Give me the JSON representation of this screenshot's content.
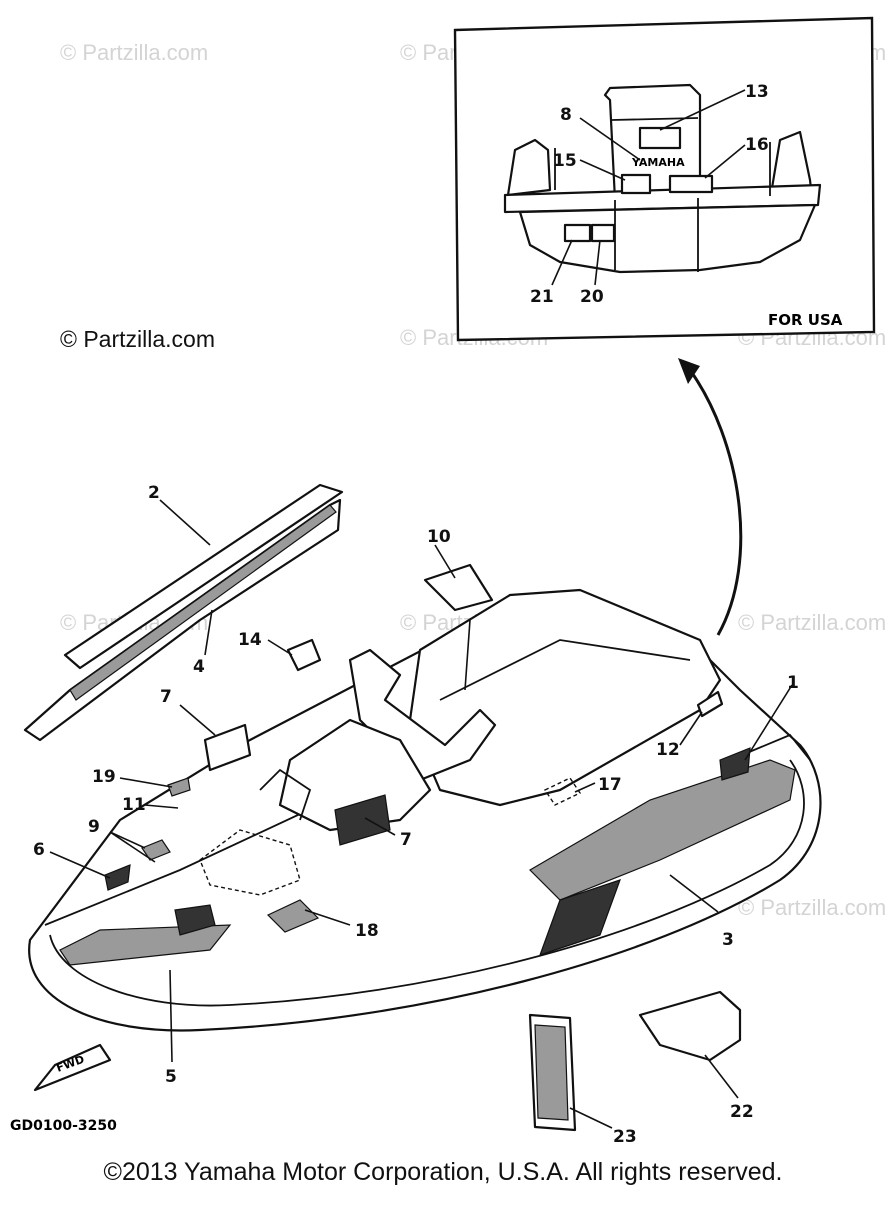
{
  "watermark": "© Partzilla.com",
  "main_credit": "© Partzilla.com",
  "copyright": "©2013 Yamaha Motor Corporation, U.S.A. All rights reserved.",
  "diagram_code": "GD0100-3250",
  "inset": {
    "region_label": "FOR USA",
    "brand_text": "YAMAHA"
  },
  "fwd_label": "FWD",
  "callouts": [
    "1",
    "2",
    "3",
    "4",
    "5",
    "6",
    "7",
    "7",
    "8",
    "9",
    "10",
    "11",
    "12",
    "13",
    "14",
    "15",
    "16",
    "17",
    "18",
    "19",
    "20",
    "21",
    "22",
    "23"
  ]
}
